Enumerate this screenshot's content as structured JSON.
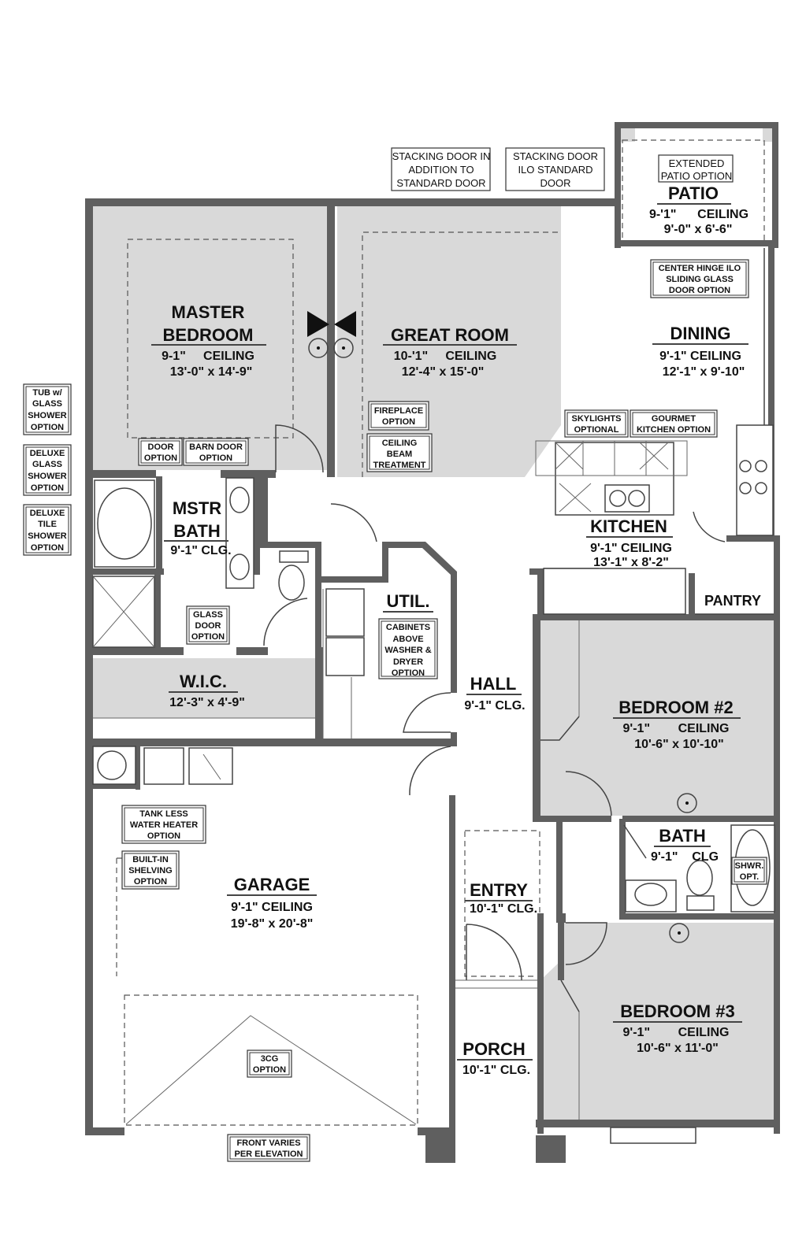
{
  "rooms": {
    "master_bedroom": {
      "name1": "MASTER",
      "name2": "BEDROOM",
      "ceiling": "9-1\"     CEILING",
      "size": "13'-0\" x 14'-9\""
    },
    "great_room": {
      "name": "GREAT ROOM",
      "ceiling": "10-'1\"     CEILING",
      "size": "12'-4\" x 15'-0\""
    },
    "patio": {
      "name": "PATIO",
      "ceiling": "9-'1\"      CEILING",
      "size": "9'-0\" x 6'-6\""
    },
    "dining": {
      "name": "DINING",
      "ceiling": "9'-1\" CEILING",
      "size": "12'-1\" x 9'-10\""
    },
    "kitchen": {
      "name": "KITCHEN",
      "ceiling": "9'-1\" CEILING",
      "size": "13'-1\" x 8'-2\""
    },
    "pantry": {
      "name": "PANTRY"
    },
    "master_bath": {
      "name1": "MSTR",
      "name2": "BATH",
      "ceiling": "9'-1\" CLG."
    },
    "util": {
      "name": "UTIL."
    },
    "wic": {
      "name": "W.I.C.",
      "size": "12'-3\" x 4'-9\""
    },
    "hall": {
      "name": "HALL",
      "ceiling": "9'-1\" CLG."
    },
    "bedroom2": {
      "name": "BEDROOM #2",
      "ceiling": "9'-1\"        CEILING",
      "size": "10'-6\" x 10'-10\""
    },
    "bath": {
      "name": "BATH",
      "ceiling": "9'-1\"    CLG"
    },
    "garage": {
      "name": "GARAGE",
      "ceiling": "9'-1\" CEILING",
      "size": "19'-8\" x 20'-8\""
    },
    "entry": {
      "name": "ENTRY",
      "ceiling": "10'-1\" CLG."
    },
    "bedroom3": {
      "name": "BEDROOM #3",
      "ceiling": "9'-1\"        CEILING",
      "size": "10'-6\" x 11'-0\""
    },
    "porch": {
      "name": "PORCH",
      "ceiling": "10'-1\" CLG."
    }
  },
  "options": {
    "stacking_door_addition": [
      "STACKING DOOR IN",
      "ADDITION TO",
      "STANDARD DOOR"
    ],
    "stacking_door_ilo": [
      "STACKING DOOR",
      "ILO STANDARD",
      "DOOR"
    ],
    "extended_patio": [
      "EXTENDED",
      "PATIO OPTION"
    ],
    "center_hinge": [
      "CENTER HINGE ILO",
      "SLIDING GLASS",
      "DOOR OPTION"
    ],
    "tub_glass_shower": [
      "TUB w/",
      "GLASS",
      "SHOWER",
      "OPTION"
    ],
    "deluxe_glass_shower": [
      "DELUXE",
      "GLASS",
      "SHOWER",
      "OPTION"
    ],
    "deluxe_tile_shower": [
      "DELUXE",
      "TILE",
      "SHOWER",
      "OPTION"
    ],
    "door_option": [
      "DOOR",
      "OPTION"
    ],
    "barn_door": [
      "BARN DOOR",
      "OPTION"
    ],
    "fireplace": [
      "FIREPLACE",
      "OPTION"
    ],
    "ceiling_beam": [
      "CEILING",
      "BEAM",
      "TREATMENT"
    ],
    "skylights": [
      "SKYLIGHTS",
      "OPTIONAL"
    ],
    "gourmet_kitchen": [
      "GOURMET",
      "KITCHEN OPTION"
    ],
    "glass_door": [
      "GLASS",
      "DOOR",
      "OPTION"
    ],
    "cabinets_washer": [
      "CABINETS",
      "ABOVE",
      "WASHER &",
      "DRYER",
      "OPTION"
    ],
    "tankless_water_heater": [
      "TANK LESS",
      "WATER HEATER",
      "OPTION"
    ],
    "built_in_shelving": [
      "BUILT-IN",
      "SHELVING",
      "OPTION"
    ],
    "shower_opt": [
      "SHWR.",
      "OPT."
    ],
    "three_car_garage": [
      "3CG",
      "OPTION"
    ],
    "front_varies": [
      "FRONT VARIES",
      "PER ELEVATION"
    ]
  }
}
